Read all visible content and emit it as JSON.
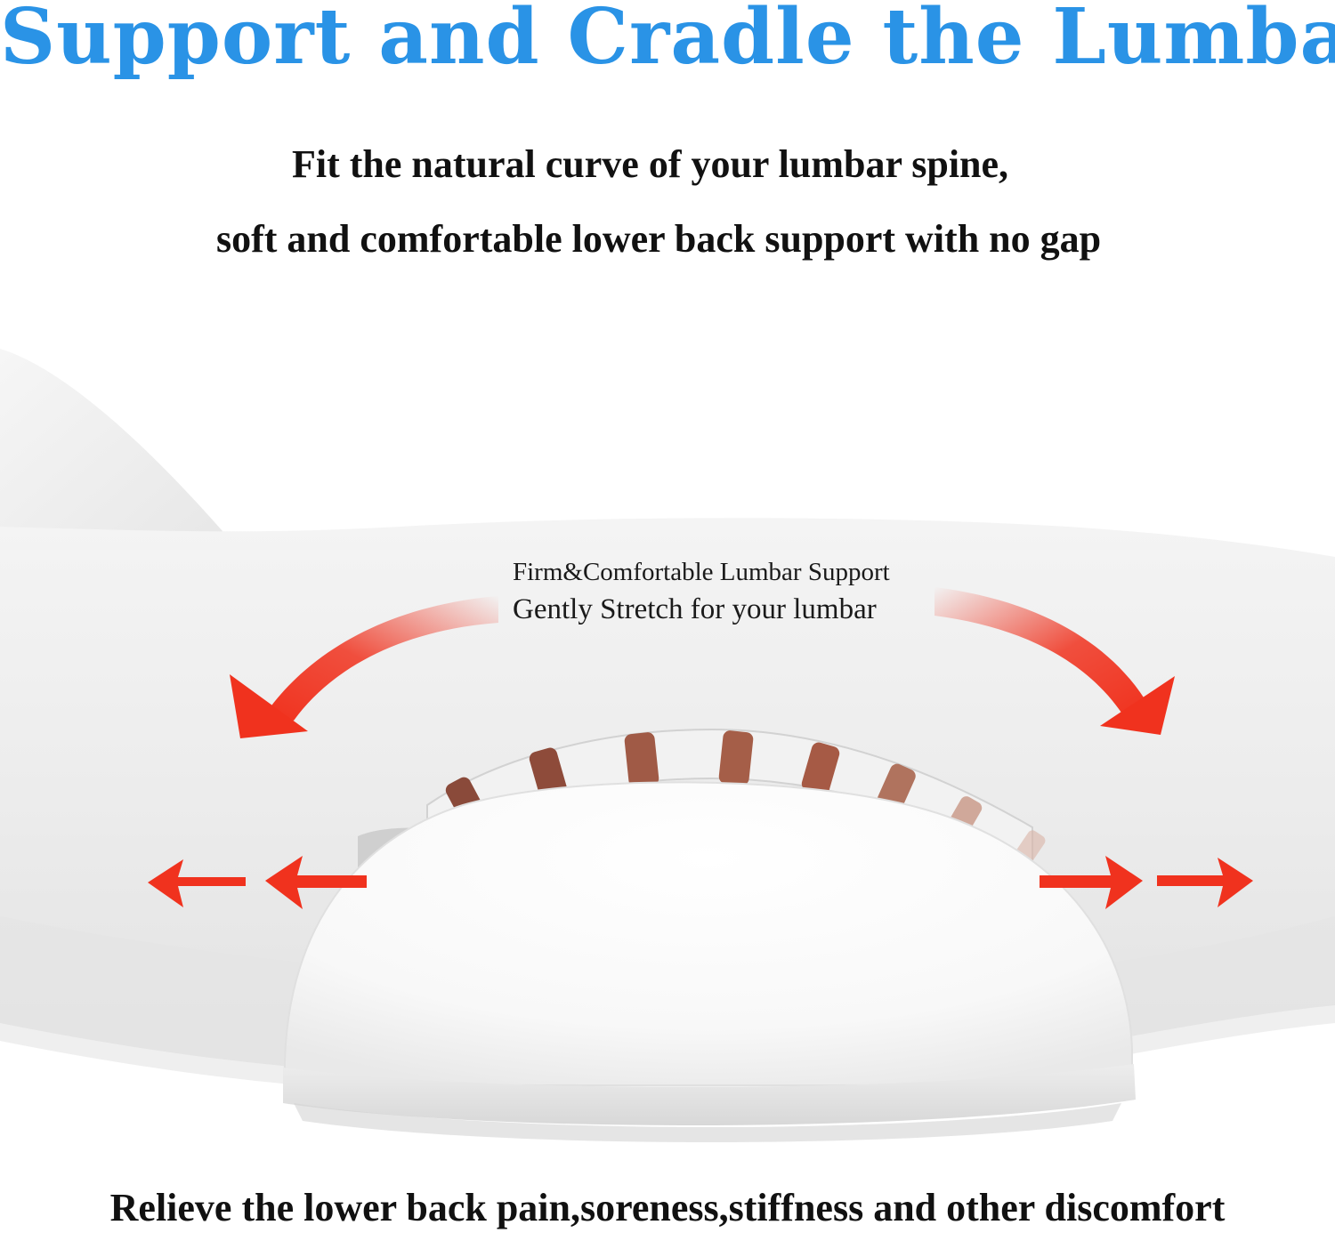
{
  "headline": "Support and Cradle the Lumbar",
  "subtitle": {
    "line1": "Fit the natural curve of your lumbar spine,",
    "line2": "soft and comfortable lower back support with no gap"
  },
  "illustration": {
    "caption_line1": "Firm&Comfortable Lumbar Support",
    "caption_line2": "Gently Stretch for your lumbar"
  },
  "footer": "Relieve the lower back pain,soreness,stiffness and other discomfort",
  "colors": {
    "headline": "#2a93e6",
    "text": "#111111",
    "arrow": "#f0321e",
    "pillow": "#fafafa",
    "body": "#ececec"
  },
  "icons": {
    "curved_arrow_left": "curved-arrow-left-icon",
    "curved_arrow_right": "curved-arrow-right-icon",
    "stretch_arrows_left": "arrow-left-icon",
    "stretch_arrows_right": "arrow-right-icon"
  }
}
